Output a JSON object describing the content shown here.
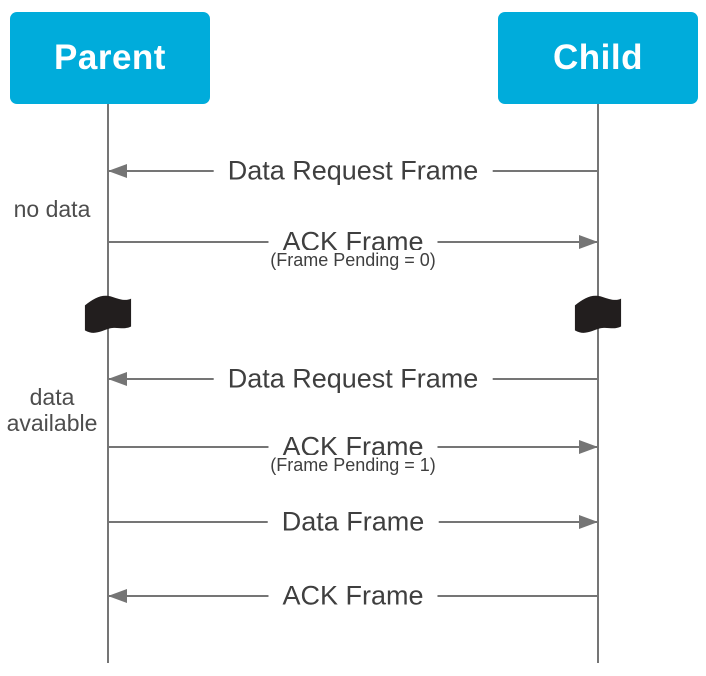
{
  "colors": {
    "background": "#FFFFFF",
    "actor_fill": "#00ACDB",
    "actor_text": "#FFFFFF",
    "line": "#757575",
    "message_text": "#3F3F3F",
    "side_label_text": "#4D4D4D",
    "flag": "#221E1E"
  },
  "actors": [
    {
      "label": "Parent"
    },
    {
      "label": "Child"
    }
  ],
  "messages": [
    {
      "label": "Data Request Frame",
      "sublabel": "",
      "direction": "left",
      "from": "Child",
      "to": "Parent"
    },
    {
      "label": "ACK Frame",
      "sublabel": "(Frame Pending = 0)",
      "direction": "right",
      "from": "Parent",
      "to": "Child"
    },
    {
      "label": "Data Request Frame",
      "sublabel": "",
      "direction": "left",
      "from": "Child",
      "to": "Parent"
    },
    {
      "label": "ACK Frame",
      "sublabel": "(Frame Pending = 1)",
      "direction": "right",
      "from": "Parent",
      "to": "Child"
    },
    {
      "label": "Data Frame",
      "sublabel": "",
      "direction": "right",
      "from": "Parent",
      "to": "Child"
    },
    {
      "label": "ACK Frame",
      "sublabel": "",
      "direction": "left",
      "from": "Child",
      "to": "Parent"
    }
  ],
  "side_annotations": [
    {
      "label": "no data"
    },
    {
      "label": "data available"
    }
  ],
  "icons": [
    {
      "name": "wavy-flag-icon",
      "meaning": "time passes / sleep period on Parent lifeline"
    },
    {
      "name": "wavy-flag-icon",
      "meaning": "time passes / sleep period on Child lifeline"
    }
  ]
}
